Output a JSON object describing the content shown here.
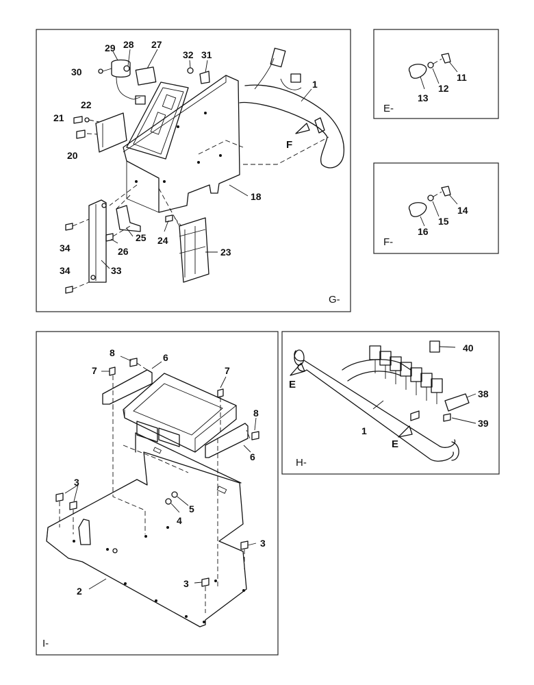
{
  "panels": {
    "g": {
      "label": "G-",
      "callouts": {
        "c1": "1",
        "c18": "18",
        "c20": "20",
        "c21": "21",
        "c22": "22",
        "c23": "23",
        "c24": "24",
        "c25": "25",
        "c26": "26",
        "c27": "27",
        "c28": "28",
        "c29": "29",
        "c30": "30",
        "c31": "31",
        "c32": "32",
        "c33": "33",
        "c34a": "34",
        "c34b": "34"
      },
      "arrow_f": "F"
    },
    "e": {
      "label": "E-",
      "callouts": {
        "c11": "11",
        "c12": "12",
        "c13": "13"
      }
    },
    "f": {
      "label": "F-",
      "callouts": {
        "c14": "14",
        "c15": "15",
        "c16": "16"
      }
    },
    "h": {
      "label": "H-",
      "callouts": {
        "c1": "1",
        "c38": "38",
        "c39": "39",
        "c40": "40"
      },
      "arrow_e1": "E",
      "arrow_e2": "E"
    },
    "i": {
      "label": "I-",
      "callouts": {
        "c2": "2",
        "c3a": "3",
        "c3b": "3",
        "c3c": "3",
        "c4": "4",
        "c5": "5",
        "c6a": "6",
        "c6b": "6",
        "c7a": "7",
        "c7b": "7",
        "c8a": "8",
        "c8b": "8"
      }
    }
  }
}
